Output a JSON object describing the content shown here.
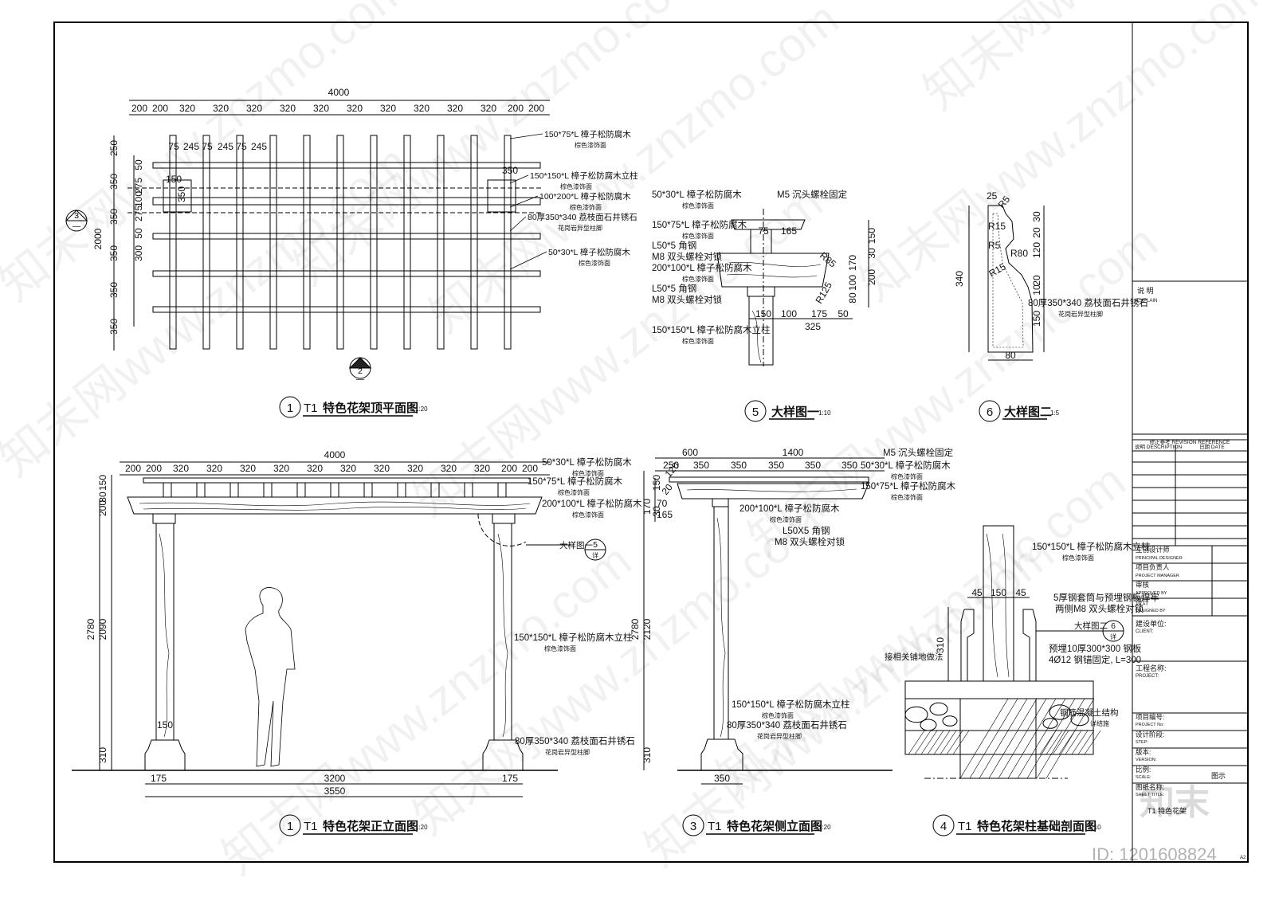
{
  "plan": {
    "overall": "4000",
    "top_dims": [
      "200",
      "200",
      "320",
      "320",
      "320",
      "320",
      "320",
      "320",
      "320",
      "320",
      "320",
      "320",
      "200",
      "200"
    ],
    "rafter_dims": [
      "75",
      "245",
      "75",
      "245",
      "75",
      "245"
    ],
    "left_total": "2000",
    "left_dims": [
      "250",
      "350",
      "350",
      "350",
      "350",
      "350"
    ],
    "inner_left_dims": [
      "50",
      "275",
      "100",
      "275",
      "50",
      "300"
    ],
    "notes": [
      [
        "150*75*L 樟子松防腐木",
        "棕色漆饰面"
      ],
      [
        "150*150*L 樟子松防腐木立柱",
        "棕色漆饰面"
      ],
      [
        "100*200*L 樟子松防腐木",
        "棕色漆饰面"
      ],
      [
        "80厚350*340 荔枝面石井锈石",
        "花岗岩异型柱脚"
      ],
      [
        "50*30*L 樟子松防腐木",
        "棕色漆饰面"
      ]
    ],
    "local_dims": [
      "150",
      "350",
      "350"
    ],
    "section_marks": [
      {
        "num": "3",
        "sub": "—"
      },
      {
        "num": "2",
        "sub": "—"
      }
    ],
    "title": {
      "num": "1",
      "code": "T1",
      "name": "特色花架顶平面图",
      "scale": "1:20"
    }
  },
  "front": {
    "overall": "4000",
    "top_dims": [
      "200",
      "200",
      "320",
      "320",
      "320",
      "320",
      "320",
      "320",
      "320",
      "320",
      "320",
      "320",
      "200",
      "200"
    ],
    "left_dims": [
      "150",
      "80",
      "200",
      "2780",
      "2090",
      "310"
    ],
    "bottom_dims": [
      "175",
      "3200",
      "175",
      "3550"
    ],
    "col_dim": "150",
    "notes": [
      [
        "50*30*L 樟子松防腐木",
        "棕色漆饰面"
      ],
      [
        "150*75*L 樟子松防腐木",
        "棕色漆饰面"
      ],
      [
        "200*100*L 樟子松防腐木",
        "棕色漆饰面"
      ],
      [
        "150*150*L 樟子松防腐木立柱",
        "棕色漆饰面"
      ],
      [
        "80厚350*340 荔枝面石井锈石",
        "花岗岩异型柱脚"
      ]
    ],
    "detail_ref": {
      "label": "大样图一",
      "num": "5",
      "sub": "详"
    },
    "title": {
      "num": "1",
      "code": "T1",
      "name": "特色花架正立面图",
      "scale": "1:20"
    }
  },
  "detail5": {
    "dims": [
      "75",
      "165",
      "150",
      "30",
      "170",
      "200",
      "100",
      "80",
      "150",
      "100",
      "175",
      "50",
      "325",
      "R85",
      "R125"
    ],
    "notes": [
      [
        "50*30*L 樟子松防腐木",
        "棕色漆饰面"
      ],
      [
        "M5 沉头螺栓固定",
        ""
      ],
      [
        "150*75*L 樟子松防腐木",
        "棕色漆饰面"
      ],
      [
        "L50*5 角钢",
        ""
      ],
      [
        "M8 双头螺栓对锁",
        ""
      ],
      [
        "200*100*L 樟子松防腐木",
        "棕色漆饰面"
      ],
      [
        "L50*5 角钢",
        ""
      ],
      [
        "M8 双头螺栓对锁",
        ""
      ],
      [
        "150*150*L 樟子松防腐木立柱",
        "棕色漆饰面"
      ]
    ],
    "title": {
      "num": "5",
      "name": "大样图一",
      "scale": "1:10"
    }
  },
  "detail6": {
    "dims": [
      "25",
      "R5",
      "R15",
      "R5",
      "R80",
      "R15",
      "340",
      "30",
      "20",
      "120",
      "20",
      "150",
      "80",
      "10"
    ],
    "notes": [
      [
        "80厚350*340 荔枝面石井锈石",
        "花岗岩异型柱脚"
      ]
    ],
    "title": {
      "num": "6",
      "name": "大样图二",
      "scale": "1:5"
    }
  },
  "side": {
    "top_dims": [
      "600",
      "1400",
      "250",
      "350",
      "350",
      "350",
      "350",
      "350"
    ],
    "left_dims": [
      "150",
      "170",
      "30",
      "2780",
      "2120",
      "310"
    ],
    "small_dims": [
      "120",
      "20",
      "165",
      "70"
    ],
    "bottom_dim": "350",
    "notes": [
      [
        "M5 沉头螺栓固定",
        ""
      ],
      [
        "50*30*L 樟子松防腐木",
        "棕色漆饰面"
      ],
      [
        "150*75*L 樟子松防腐木",
        "棕色漆饰面"
      ],
      [
        "200*100*L 樟子松防腐木",
        "棕色漆饰面"
      ],
      [
        "L50X5 角钢",
        ""
      ],
      [
        "M8 双头螺栓对锁",
        ""
      ],
      [
        "150*150*L 樟子松防腐木立柱",
        "棕色漆饰面"
      ],
      [
        "80厚350*340 荔枝面石井锈石",
        "花岗岩异型柱脚"
      ]
    ],
    "title": {
      "num": "3",
      "code": "T1",
      "name": "特色花架侧立面图",
      "scale": "1:20"
    }
  },
  "foundation": {
    "dims": [
      "45",
      "150",
      "45",
      "310"
    ],
    "notes": [
      [
        "150*150*L 樟子松防腐木立柱",
        "棕色漆饰面"
      ],
      [
        "5厚钢套筒与预埋钢板焊牢",
        ""
      ],
      [
        "两侧M8 双头螺栓对锁",
        ""
      ],
      [
        "预埋10厚300*300 钢板",
        ""
      ],
      [
        "4Ø12 钢锚固定, L=300",
        ""
      ],
      [
        "接相关铺地做法",
        ""
      ],
      [
        "钢筋混凝土结构",
        "详结施"
      ]
    ],
    "detail_ref": {
      "label": "大样图二",
      "num": "6",
      "sub": "详"
    },
    "title": {
      "num": "4",
      "code": "T1",
      "name": "特色花架柱基础剖面图",
      "scale": "1:10"
    }
  },
  "title_block": {
    "explain": "说 明",
    "explain_en": "EXPLAIN",
    "revision": "修正参考 REVISION REFERENCE",
    "rev_desc": "说明 DESCRIPTION",
    "rev_date": "日期 DATE",
    "roles": [
      {
        "cn": "主创设计师",
        "en": "PRINCIPAL DESIGNER"
      },
      {
        "cn": "项目负责人",
        "en": "PROJECT MANAGER"
      },
      {
        "cn": "审核",
        "en": "APPROVED BY"
      },
      {
        "cn": "设计",
        "en": "DESIGNED BY"
      }
    ],
    "client": {
      "cn": "建设单位:",
      "en": "CLIENT:"
    },
    "project": {
      "cn": "工程名称:",
      "en": "PROJECT:"
    },
    "fields": [
      {
        "cn": "项目编号:",
        "en": "PROJECT No:",
        "value": ""
      },
      {
        "cn": "设计阶段:",
        "en": "STEP:",
        "value": ""
      },
      {
        "cn": "版本:",
        "en": "VERSION:",
        "value": ""
      },
      {
        "cn": "比例:",
        "en": "SCALE:",
        "value": "图示"
      },
      {
        "cn": "图纸名称:",
        "en": "SHEET TITLE:",
        "value": "T1 特色花架"
      }
    ],
    "sheet_size": "A2"
  },
  "watermark": {
    "text": "知末网www.znzmo.com",
    "logo": "知末",
    "id": "ID: 1201608824"
  }
}
